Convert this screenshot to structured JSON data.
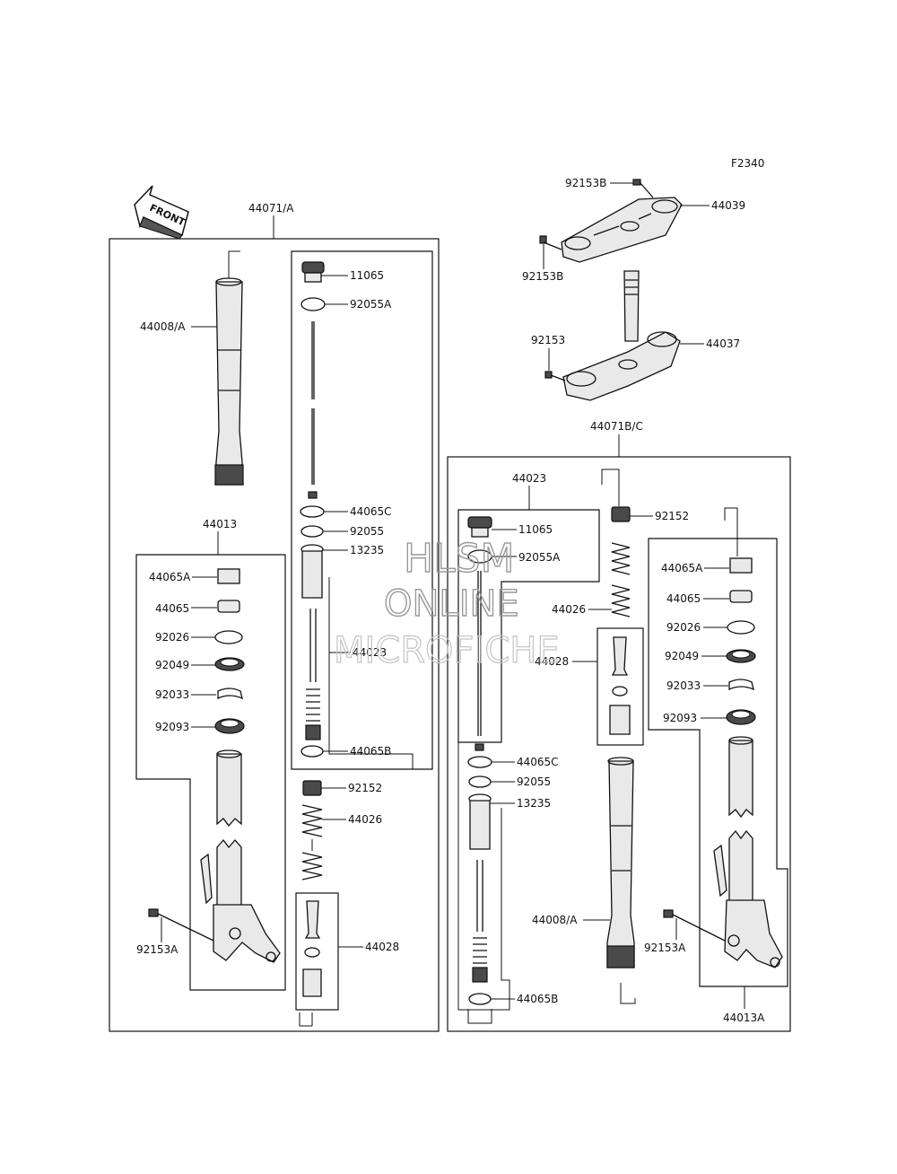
{
  "figure_code": "F2340",
  "front_label": "FRONT",
  "watermark": {
    "line1": "HLSM",
    "line2": "ONLINE",
    "line3": "MICROFICHE"
  },
  "assemblies": {
    "left_fork": "44071/A",
    "left_lower": "44013",
    "right_fork": "44071B/C",
    "right_cartridge": "44023",
    "right_lower": "44013A"
  },
  "left_labels": {
    "tube": "44008/A",
    "cap": "11065",
    "oring_a": "92055A",
    "ring_c": "44065C",
    "oring": "92055",
    "collar": "13235",
    "cartridge": "44023",
    "ring_b": "44065B",
    "nut": "92152",
    "spring": "44026",
    "valve": "44028",
    "bushing_a": "44065A",
    "bushing": "44065",
    "washer": "92026",
    "seal": "92049",
    "clip": "92033",
    "dust_seal": "92093",
    "bolt": "92153A"
  },
  "right_labels": {
    "cap": "11065",
    "oring_a": "92055A",
    "ring_c": "44065C",
    "oring": "92055",
    "collar": "13235",
    "ring_b": "44065B",
    "nut": "92152",
    "spring": "44026",
    "valve": "44028",
    "tube": "44008/A",
    "bushing_a": "44065A",
    "bushing": "44065",
    "washer": "92026",
    "seal": "92049",
    "clip": "92033",
    "dust_seal": "92093",
    "bolt": "92153A"
  },
  "clamp_labels": {
    "upper_clamp": "44039",
    "upper_bolt_top": "92153B",
    "upper_bolt_side": "92153B",
    "lower_clamp": "44037",
    "lower_bolt": "92153"
  }
}
